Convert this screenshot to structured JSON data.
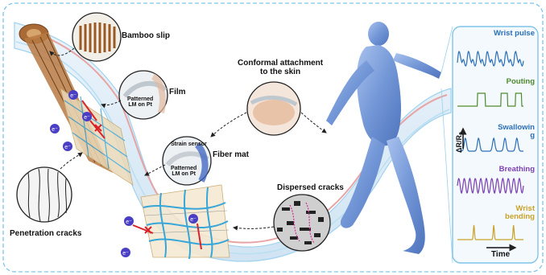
{
  "labels": {
    "bamboo_slip": "Bamboo slip",
    "film": "Film",
    "patterned_lm_film": "Patterned\nLM on Pt",
    "strain_sensor": "Strain sensor",
    "patterned_lm_fiber": "Patterned\nLM on Pt",
    "fiber_mat": "Fiber mat",
    "conformal_attachment": "Conformal attachment\nto the skin",
    "dispersed_cracks": "Dispersed cracks",
    "penetration_cracks": "Penetration cracks",
    "electron": "e⁻"
  },
  "signal_panel": {
    "ylabel": "ΔR/R₀",
    "xlabel": "Time",
    "signals": [
      {
        "label": "Wrist pulse",
        "color": "#2a6fb7"
      },
      {
        "label": "Pouting",
        "color": "#4d8a2e"
      },
      {
        "label": "Swallowin\ng",
        "color": "#2a6fb7"
      },
      {
        "label": "Breathing",
        "color": "#7a3fb0"
      },
      {
        "label": "Wrist\nbending",
        "color": "#c9a227"
      }
    ]
  },
  "colors": {
    "border": "#7fc4e8",
    "panel_bg": "#f4f9fd",
    "fiber_blue": "#37a6d8",
    "electron": "#4a3fc4",
    "arrow_red": "#d8232a",
    "body": "#7b9fd8"
  }
}
